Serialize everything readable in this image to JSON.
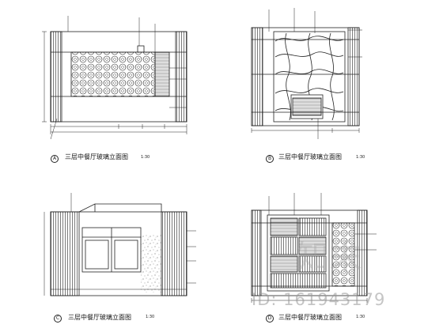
{
  "drawings": [
    {
      "id": "A",
      "badge": "A",
      "title": "三层中餐厅玻璃立面图",
      "scale": "1:30"
    },
    {
      "id": "B",
      "badge": "B",
      "title": "三层中餐厅玻璃立面图",
      "scale": "1:30"
    },
    {
      "id": "C",
      "badge": "C",
      "title": "三层中餐厅玻璃立面图",
      "scale": "1:30"
    },
    {
      "id": "D",
      "badge": "D",
      "title": "三层中餐厅玻璃立面图",
      "scale": "1:30"
    }
  ],
  "watermark": {
    "logo": "知末",
    "id_text": "ID: 161943179"
  },
  "colors": {
    "line": "#222222",
    "background": "#ffffff"
  }
}
